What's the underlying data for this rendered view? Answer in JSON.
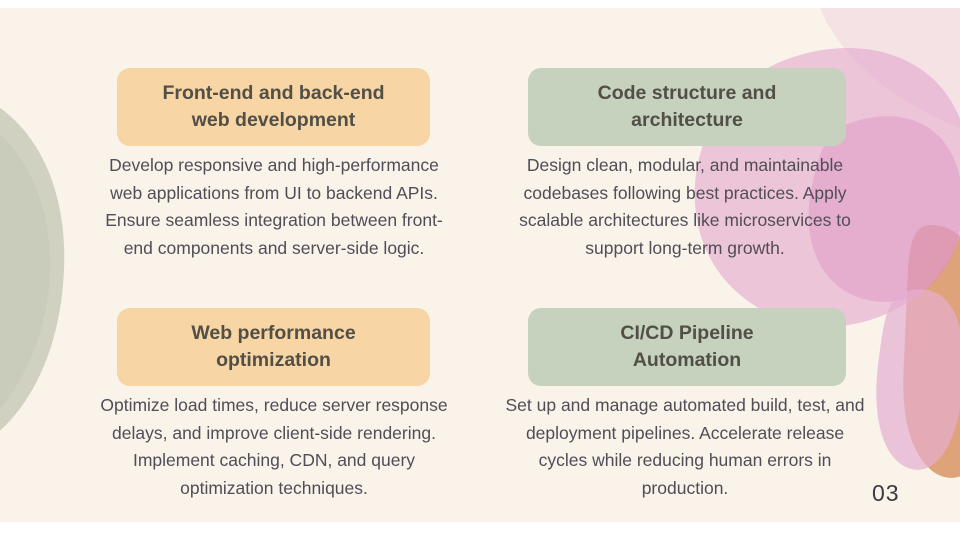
{
  "slide": {
    "page_number": "03",
    "cards": [
      {
        "title": "Front-end and back-end\nweb development",
        "body": "Develop responsive and high-performance web applications from UI to backend APIs. Ensure seamless integration between front-end components and server-side logic.",
        "accent": "#f8d5a4"
      },
      {
        "title": "Code structure and\narchitecture",
        "body": "Design clean, modular, and maintainable codebases following best practices. Apply scalable architectures like microservices to support long-term growth.",
        "accent": "#c6d2bd"
      },
      {
        "title": "Web performance\noptimization",
        "body": "Optimize load times, reduce server response delays, and improve client-side rendering. Implement caching, CDN, and query optimization techniques.",
        "accent": "#f8d5a4"
      },
      {
        "title": "CI/CD Pipeline\nAutomation",
        "body": "Set up and manage automated build, test, and deployment pipelines. Accelerate release cycles while reducing human errors in production.",
        "accent": "#c6d2bd"
      }
    ],
    "colors": {
      "background": "#f9f3ea",
      "header_orange": "#f8d5a4",
      "header_green": "#c6d2bd",
      "title_text": "#514f46",
      "body_text": "#504d57",
      "blob_green": "#b3b8a8",
      "blob_pink": "#e3a7cd",
      "blob_tan": "#dc9a6e"
    }
  }
}
